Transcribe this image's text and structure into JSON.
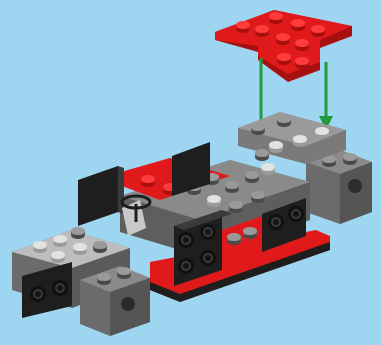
{
  "instruction_step": {
    "description": "",
    "colors": {
      "background": "#9ed6f2",
      "red_plate": "#e01a1a",
      "red_dark": "#a80f0f",
      "dark_gray": "#6b6b6b",
      "dark_gray_top": "#8a8a8a",
      "light_gray": "#bdbdbd",
      "light_gray_top": "#d6d6d6",
      "black": "#1e1e1e",
      "arrow_green": "#1f9a3c"
    },
    "parts": {
      "new_part": "red-l-plate",
      "callout": "green-placement-arrows",
      "model": "car-chassis-assembly"
    }
  }
}
